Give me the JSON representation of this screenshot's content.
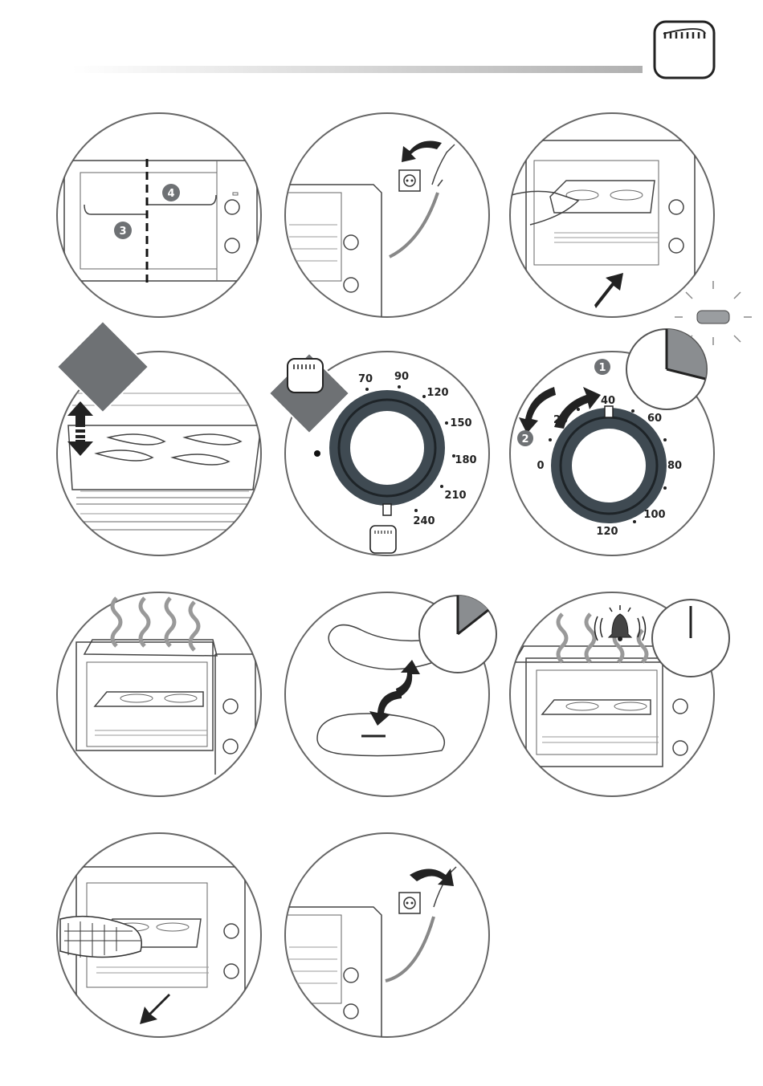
{
  "colors": {
    "circle_stroke": "#666666",
    "dial_ring": "#3f4a52",
    "diamond": "#6e7174",
    "timer_wedge": "#8a8d90",
    "header_bar": "#b5b5b5"
  },
  "icons": [
    "grill-icon",
    "shelf-arrows-icon",
    "power-plug-icon",
    "bell-icon",
    "clock-icon",
    "steam-icon"
  ],
  "steps": {
    "rack_positions": {
      "upper": "4",
      "lower": "3"
    },
    "thermostat": {
      "values": [
        "70",
        "90",
        "120",
        "150",
        "180",
        "210",
        "240"
      ]
    },
    "timer": {
      "values": [
        "0",
        "20",
        "40",
        "60",
        "80",
        "100",
        "120"
      ],
      "step_one": "1",
      "step_two": "2"
    }
  }
}
